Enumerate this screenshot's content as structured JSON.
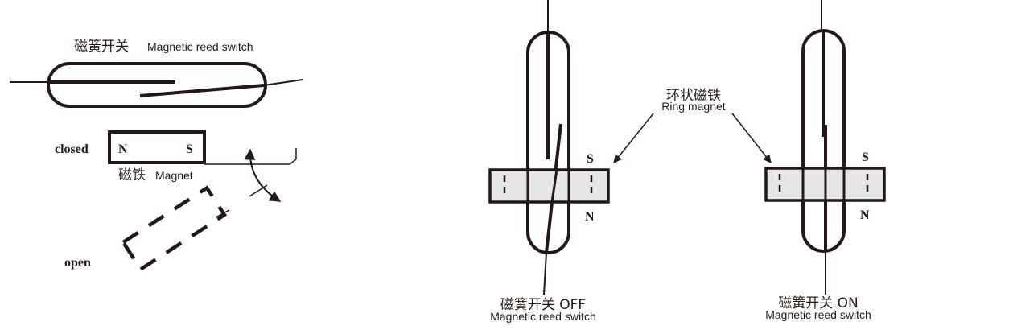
{
  "left": {
    "title_cn": "磁簧开关",
    "title_en": "Magnetic reed switch",
    "state_closed": "closed",
    "state_open": "open",
    "pole_n": "N",
    "pole_s": "S",
    "magnet_cn": "磁铁",
    "magnet_en": "Magnet"
  },
  "middle": {
    "ring_cn": "环状磁铁",
    "ring_en": "Ring magnet"
  },
  "off_panel": {
    "pole_s": "S",
    "pole_n": "N",
    "caption_cn": "磁簧开关 OFF",
    "caption_en": "Magnetic reed switch"
  },
  "on_panel": {
    "pole_s": "S",
    "pole_n": "N",
    "caption_cn": "磁簧开关 ON",
    "caption_en": "Magnetic reed switch"
  },
  "colors": {
    "stroke": "#231815",
    "ring_fill": "#e6e6e6"
  }
}
